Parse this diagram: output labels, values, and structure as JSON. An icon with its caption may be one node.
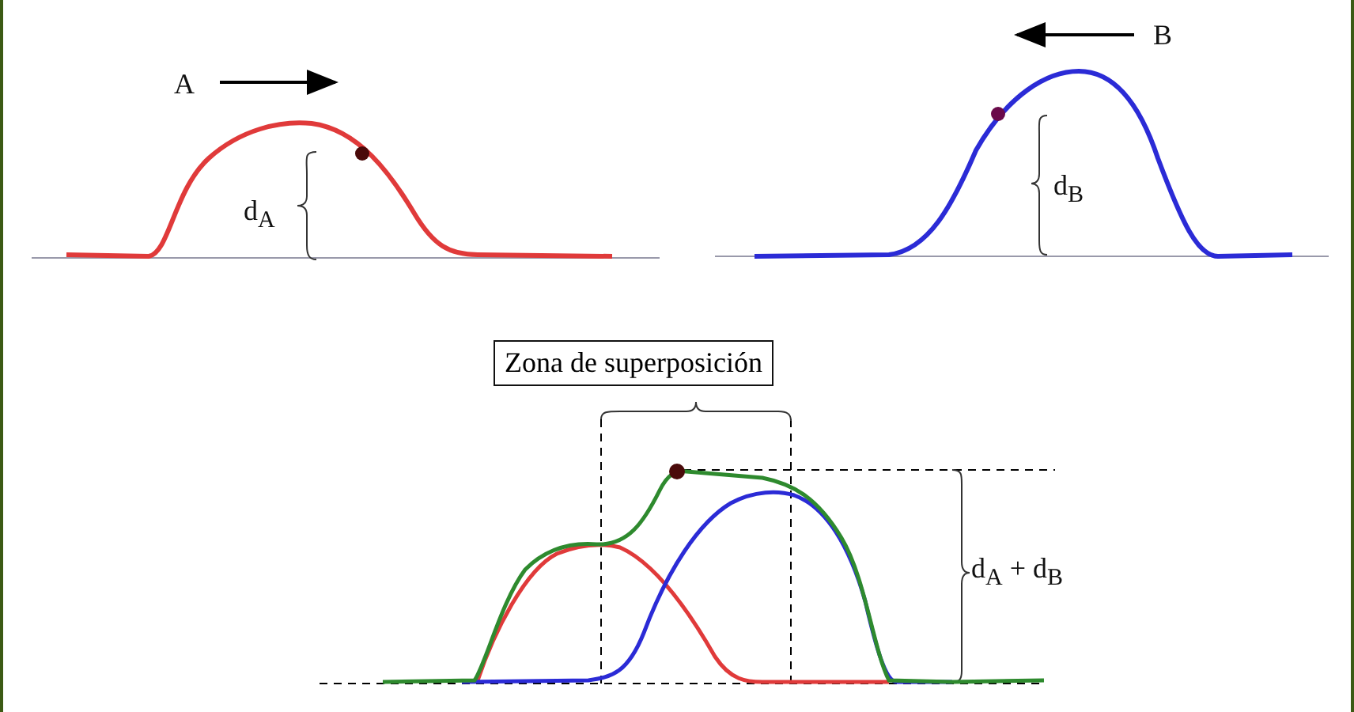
{
  "diagram": {
    "nodes": [
      {
        "text": [
          "Zona de superposición"
        ]
      }
    ],
    "labels": [
      "A",
      "B",
      "d$_{A}$",
      "d$_{B}$",
      "d$_{A}$ + d$_{B}$"
    ]
  }
}
